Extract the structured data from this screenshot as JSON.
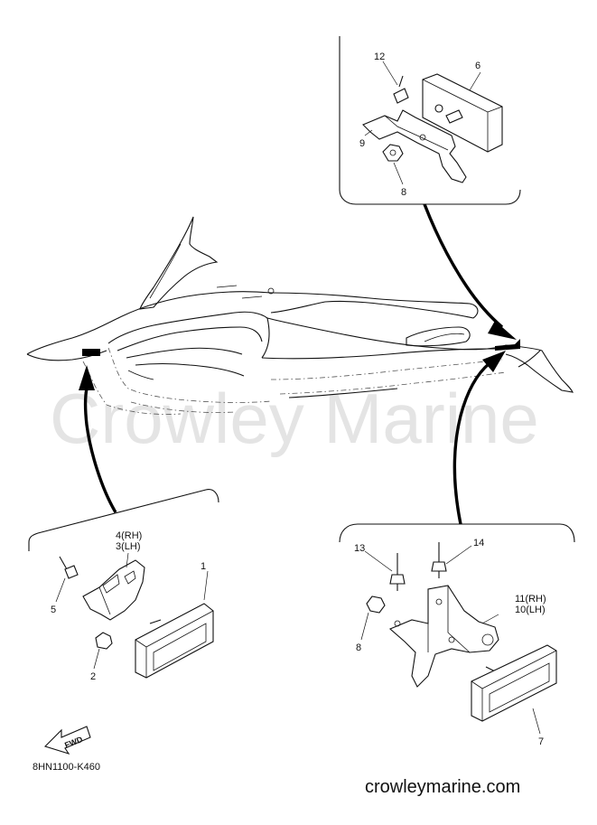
{
  "watermark": "Crowley Marine",
  "footer_url": "crowleymarine.com",
  "diagram_code": "8HN1100-K460",
  "fwd_label": "FWD",
  "callouts": {
    "p1": "1",
    "p2": "2",
    "p3_4": [
      "4(RH)",
      "3(LH)"
    ],
    "p5": "5",
    "p6": "6",
    "p7": "7",
    "p8_top": "8",
    "p8_right": "8",
    "p9": "9",
    "p10_11": [
      "11(RH)",
      "10(LH)"
    ],
    "p12": "12",
    "p13": "13",
    "p14": "14"
  }
}
